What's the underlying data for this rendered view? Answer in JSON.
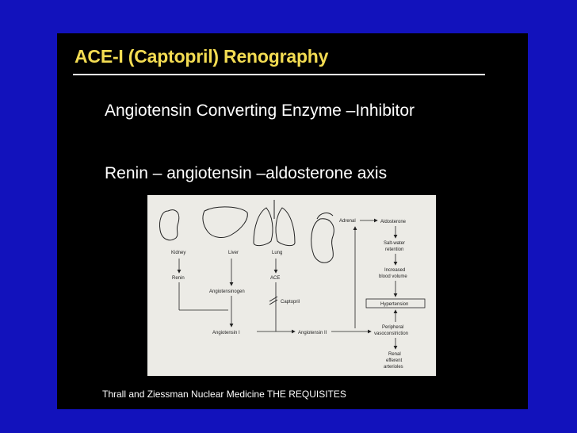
{
  "slide": {
    "title": "ACE-I (Captopril) Renography",
    "bullets": [
      "Angiotensin Converting Enzyme –Inhibitor",
      "Renin – angiotensin –aldosterone axis"
    ],
    "caption": "Thrall and Ziessman Nuclear Medicine  THE REQUISITES"
  },
  "diagram": {
    "organs": {
      "kidney": "Kidney",
      "liver": "Liver",
      "lung": "Lung",
      "adrenal": "Adrenal"
    },
    "labels": {
      "renin": "Renin",
      "ace": "ACE",
      "angiotensinogen": "Angiotensinogen",
      "captopril": "Captopril",
      "angiotensin_i": "Angiotensin I",
      "angiotensin_ii": "Angiotensin II"
    },
    "cascade": {
      "aldosterone": "Aldosterone",
      "salt_water_1": "Salt-water",
      "salt_water_2": "retention",
      "blood_volume_1": "Increased",
      "blood_volume_2": "blood volume",
      "hypertension": "Hypertension",
      "peripheral_1": "Peripheral",
      "peripheral_2": "vasoconstriction",
      "renal_1": "Renal",
      "renal_2": "efferent",
      "renal_3": "arterioles"
    }
  },
  "colors": {
    "background": "#1212bc",
    "panel": "#000000",
    "title": "#f3dc52",
    "text": "#ffffff",
    "figure": "#ecebe6"
  }
}
